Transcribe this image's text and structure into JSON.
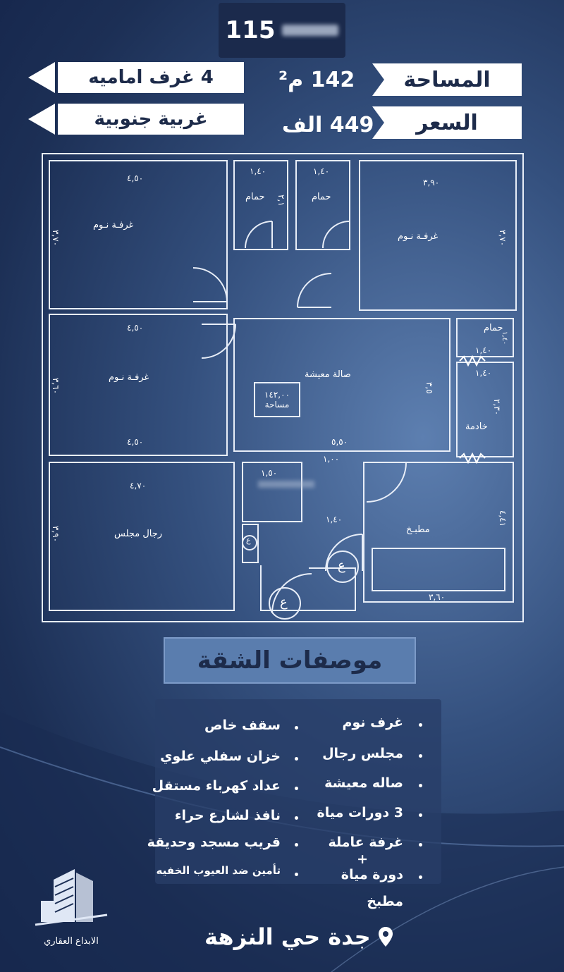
{
  "header": {
    "listing_code": "115"
  },
  "info": {
    "area_label": "المساحة",
    "area_value": "142 م²",
    "price_label": "السعر",
    "price_value": "449 الف",
    "rooms_tag": "4 غرف اماميه",
    "direction_tag": "غربية جنوبية"
  },
  "plan": {
    "rooms": {
      "bedroom_tl": "غرفـة نـوم",
      "bedroom_tr": "غرفـة نـوم",
      "bedroom_ml": "غرفـة نـوم",
      "bath_1": "حمام",
      "bath_2": "حمام",
      "bath_3": "حمام",
      "living": "صالة معيشة",
      "maid": "خادمة",
      "majlis": "رجال مجلس",
      "kitchen": "مطبـخ",
      "area_box_value": "١٤٢,٠٠",
      "area_box_label": "مساحة",
      "entrance_1": "ع",
      "entrance_2": "ع",
      "entrance_3": "ع"
    },
    "dims": {
      "tl_w": "٤,٥٠",
      "tl_h": "٣,٧٠",
      "bath1_w": "١,٤٠",
      "bath1_h": "٢,١",
      "bath2_w": "١,٤٠",
      "tr_w": "٣,٩٠",
      "tr_h": "٣,٧٠",
      "ml_w": "٤,٥٠",
      "ml_w2": "٤,٥٠",
      "ml_h": "٣,٦٠",
      "living_w": "٥,٥٠",
      "living_h": "٣,٥",
      "bath3_w": "١,٤٠",
      "bath3_h": "١,٤٠",
      "maid_w": "١,٤٠",
      "maid_h": "٢,٣٠",
      "corr_w": "١,٠٠",
      "store_w": "١,٥٠",
      "hall_w": "١,٤٠",
      "maj_w": "٤,٧٠",
      "maj_h": "٣,٩٠",
      "kit_w": "٣,٦٠",
      "kit_h": "٤,٤١"
    }
  },
  "specs": {
    "title": "موصفات الشقة",
    "right_column": [
      "غرف نوم",
      "مجلس رجال",
      "صاله معيشة",
      "3 دورات مياة",
      "غرفة عاملة",
      "+",
      "دورة مياة",
      "مطبخ"
    ],
    "left_column": [
      "سقف خاص",
      "خزان سفلي علوي",
      "عداد كهرباء مستقل",
      "نافذ لشارع حراء",
      "قريب مسجد وحديقة",
      "تأمين ضد العيوب الخفيه"
    ]
  },
  "footer": {
    "location": "جدة حي النزهة",
    "brand": "الابداع العقاري"
  },
  "icons": [
    "location-pin-icon",
    "building-logo-icon"
  ]
}
